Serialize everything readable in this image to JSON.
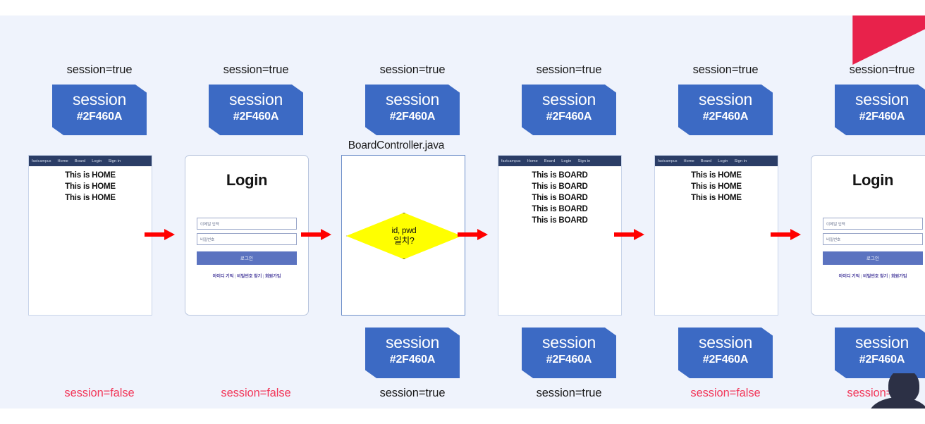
{
  "slide": {
    "background": "#eff3fc",
    "accent_red": "#e8224b",
    "arrow_color": "#ff0000",
    "badge_color": "#3c6ac4",
    "false_label_color": "#f2385a"
  },
  "badge": {
    "title": "session",
    "sub": "#2F460A"
  },
  "navbar": {
    "brand": "fastcampus",
    "items": [
      "Home",
      "Board",
      "Login",
      "Sign in"
    ]
  },
  "login": {
    "title": "Login",
    "id_placeholder": "이메일 입력",
    "pw_placeholder": "비밀번호",
    "submit_label": "로그인",
    "link_remember": "아이디 기억",
    "link_find_pw": "비밀번호 찾기",
    "link_signup": "회원가입",
    "separator": "|"
  },
  "flow": {
    "caption": "BoardController.java",
    "decision_line1": "id, pwd",
    "decision_line2": "일치?"
  },
  "columns": [
    {
      "id": "col-1",
      "top_label": "session=true",
      "bottom_label": "session=false",
      "bottom_label_state": "false",
      "panel_type": "web",
      "page_lines": [
        "This is HOME",
        "This is HOME",
        "This is HOME"
      ],
      "has_top_badge": true,
      "has_bottom_badge": false
    },
    {
      "id": "col-2",
      "top_label": "session=true",
      "bottom_label": "session=false",
      "bottom_label_state": "false",
      "panel_type": "login",
      "page_lines": [],
      "has_top_badge": true,
      "has_bottom_badge": false
    },
    {
      "id": "col-3",
      "top_label": "session=true",
      "bottom_label": "session=true",
      "bottom_label_state": "true",
      "panel_type": "flow",
      "page_lines": [],
      "has_top_badge": true,
      "has_bottom_badge": true
    },
    {
      "id": "col-4",
      "top_label": "session=true",
      "bottom_label": "session=true",
      "bottom_label_state": "true",
      "panel_type": "web",
      "page_lines": [
        "This is BOARD",
        "This is BOARD",
        "This is BOARD",
        "This is BOARD",
        "This is BOARD"
      ],
      "has_top_badge": true,
      "has_bottom_badge": true
    },
    {
      "id": "col-5",
      "top_label": "session=true",
      "bottom_label": "session=false",
      "bottom_label_state": "false",
      "panel_type": "web",
      "page_lines": [
        "This is HOME",
        "This is HOME",
        "This is HOME"
      ],
      "has_top_badge": true,
      "has_bottom_badge": true
    },
    {
      "id": "col-6",
      "top_label": "session=true",
      "bottom_label": "session=false",
      "bottom_label_state": "false",
      "panel_type": "login",
      "page_lines": [],
      "has_top_badge": true,
      "has_bottom_badge": true
    }
  ]
}
